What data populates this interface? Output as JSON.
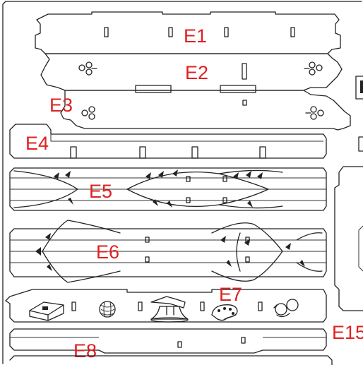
{
  "sheet": {
    "line_color": "#222222",
    "label_color": "#e02020",
    "parts": [
      {
        "id": "e1",
        "label": "E1"
      },
      {
        "id": "e2",
        "label": "E2"
      },
      {
        "id": "e3",
        "label": "E3"
      },
      {
        "id": "e4",
        "label": "E4"
      },
      {
        "id": "e5",
        "label": "E5"
      },
      {
        "id": "e6",
        "label": "E6"
      },
      {
        "id": "e7",
        "label": "E7"
      },
      {
        "id": "e8",
        "label": "E8"
      },
      {
        "id": "e15",
        "label": "E15"
      }
    ],
    "engravings": [
      {
        "id": "crate",
        "icon": "crate-icon"
      },
      {
        "id": "yarn-ball",
        "icon": "yarn-ball-icon"
      },
      {
        "id": "bell",
        "icon": "bell-icon"
      },
      {
        "id": "palette",
        "icon": "palette-icon"
      },
      {
        "id": "binoculars",
        "icon": "binoculars-icon"
      }
    ]
  }
}
